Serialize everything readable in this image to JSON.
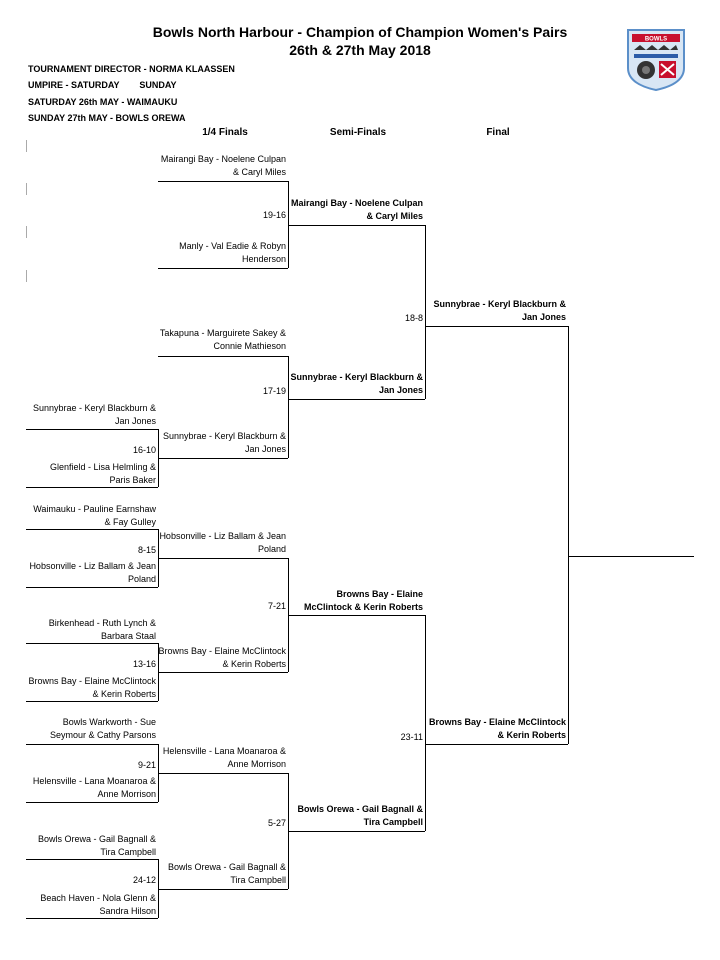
{
  "header": {
    "title_line1": "Bowls North Harbour - Champion of Champion Women's Pairs",
    "title_line2": "26th & 27th May 2018",
    "director": "TOURNAMENT DIRECTOR - NORMA KLAASSEN",
    "umpire": "UMPIRE - SATURDAY        SUNDAY",
    "saturday": "SATURDAY 26th MAY - WAIMAUKU",
    "sunday": "SUNDAY 27th MAY - BOWLS OREWA"
  },
  "columns": {
    "quarter": "1/4 Finals",
    "semi": "Semi-Finals",
    "final": "Final"
  },
  "round1": [
    {
      "name": "Sunnybrae - Keryl Blackburn & Jan Jones"
    },
    {
      "name": "Glenfield - Lisa Helmling & Paris Baker"
    },
    {
      "score": "16-10"
    },
    {
      "name": "Waimauku - Pauline Earnshaw & Fay Gulley"
    },
    {
      "name": "Hobsonville - Liz Ballam & Jean Poland"
    },
    {
      "score": "8-15"
    },
    {
      "name": "Birkenhead - Ruth Lynch & Barbara Staal"
    },
    {
      "name": "Browns Bay - Elaine McClintock & Kerin Roberts"
    },
    {
      "score": "13-16"
    },
    {
      "name": "Bowls Warkworth - Sue Seymour & Cathy Parsons"
    },
    {
      "name": "Helensville - Lana Moanaroa & Anne Morrison"
    },
    {
      "score": "9-21"
    },
    {
      "name": "Bowls Orewa - Gail Bagnall & Tira Campbell"
    },
    {
      "name": "Beach Haven - Nola Glenn & Sandra Hilson"
    },
    {
      "score": "24-12"
    }
  ],
  "quarters": [
    {
      "name": "Mairangi Bay - Noelene Culpan & Caryl Miles"
    },
    {
      "name": "Manly - Val Eadie & Robyn Henderson"
    },
    {
      "score": "19-16"
    },
    {
      "name": "Takapuna - Marguirete Sakey & Connie Mathieson"
    },
    {
      "name": "Sunnybrae - Keryl Blackburn & Jan Jones"
    },
    {
      "score": "17-19"
    },
    {
      "name": "Hobsonville - Liz Ballam & Jean Poland"
    },
    {
      "name": "Browns Bay - Elaine McClintock & Kerin Roberts"
    },
    {
      "score": "7-21"
    },
    {
      "name": "Helensville - Lana Moanaroa & Anne Morrison"
    },
    {
      "name": "Bowls Orewa - Gail Bagnall & Tira Campbell"
    },
    {
      "score": "5-27"
    }
  ],
  "semis": [
    {
      "name": "Mairangi Bay - Noelene Culpan & Caryl Miles"
    },
    {
      "name": "Sunnybrae - Keryl Blackburn & Jan Jones"
    },
    {
      "score": "18-8"
    },
    {
      "name": "Browns Bay - Elaine McClintock & Kerin Roberts"
    },
    {
      "name": "Bowls Orewa - Gail Bagnall & Tira Campbell"
    },
    {
      "score": "23-11"
    }
  ],
  "finals": [
    {
      "name": "Sunnybrae - Keryl Blackburn & Jan Jones"
    },
    {
      "name": "Browns Bay - Elaine McClintock & Kerin Roberts"
    }
  ],
  "logo": {
    "text": "BOWLS",
    "colors": {
      "shield_border": "#5b8fc9",
      "shield_fill": "#d8e6f4",
      "banner": "#c8102e"
    }
  }
}
